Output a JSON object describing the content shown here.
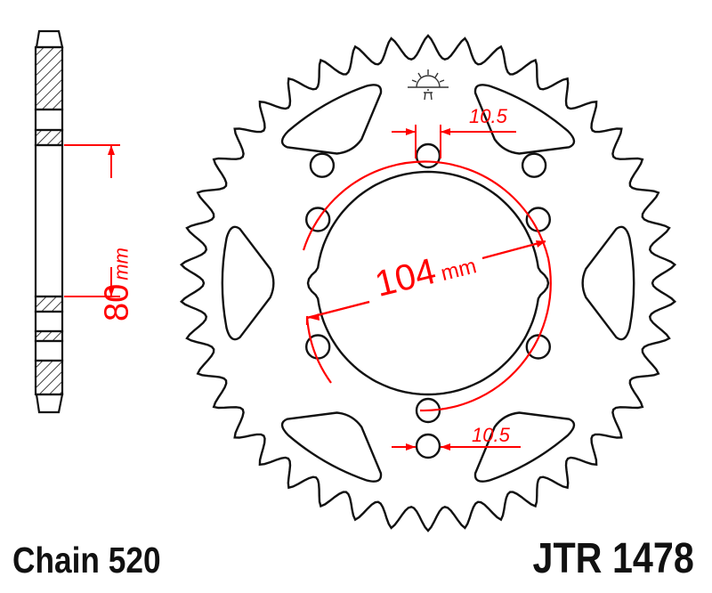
{
  "drawing": {
    "part_number": "JTR 1478",
    "chain_label": "Chain 520",
    "dimensions": {
      "pcd_value": "104",
      "pcd_unit": "mm",
      "offset_value": "80",
      "offset_unit": "mm",
      "bolt_hole_top": "10.5",
      "bolt_hole_bottom": "10.5"
    },
    "sprocket": {
      "teeth": 42,
      "bolt_holes": 6,
      "lightening_cutouts": 6
    },
    "colors": {
      "outline": "#111111",
      "dimension": "#ff0000",
      "background": "#ffffff"
    }
  }
}
